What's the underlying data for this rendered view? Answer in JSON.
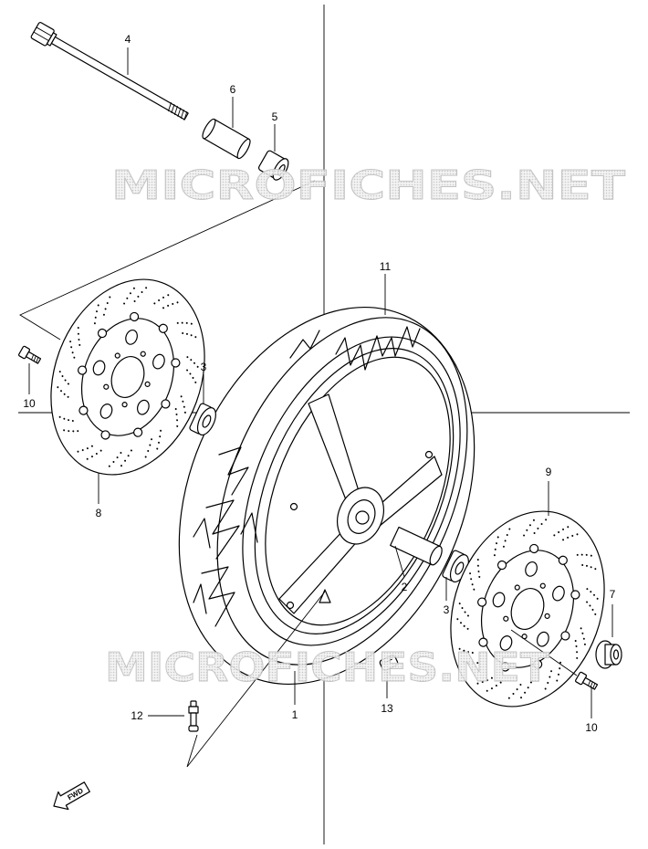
{
  "labels": {
    "p1": "1",
    "p2": "2",
    "p3a": "3",
    "p3b": "3",
    "p4": "4",
    "p5": "5",
    "p6": "6",
    "p7": "7",
    "p8": "8",
    "p9": "9",
    "p10a": "10",
    "p10b": "10",
    "p11": "11",
    "p12": "12",
    "p13": "13"
  },
  "watermark": {
    "text": "MICROFICHES.NET"
  },
  "fwd_label": "FWD",
  "colors": {
    "ink": "#000000",
    "watermark": "#bdbdbd"
  }
}
